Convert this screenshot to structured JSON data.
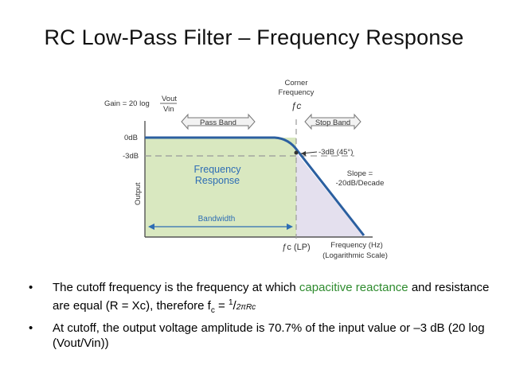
{
  "title": "RC Low-Pass Filter – Frequency Response",
  "diagram": {
    "gain_label": "Gain = 20 log",
    "gain_frac_num": "Vout",
    "gain_frac_den": "Vin",
    "corner_label_1": "Corner",
    "corner_label_2": "Frequency",
    "corner_symbol": "ƒc",
    "pass_band": "Pass Band",
    "stop_band": "Stop Band",
    "zero_db": "0dB",
    "minus3_db": "-3dB",
    "minus3_marker": "-3dB (45°)",
    "y_axis": "Output",
    "freq_response_1": "Frequency",
    "freq_response_2": "Response",
    "slope_1": "Slope =",
    "slope_2": "-20dB/Decade",
    "bandwidth": "Bandwidth",
    "fc_lp": "ƒc (LP)",
    "x_axis_1": "Frequency (Hz)",
    "x_axis_2": "(Logarithmic Scale)",
    "colors": {
      "passband_fill": "#d9e8c0",
      "stopband_fill": "#e4e0ee",
      "curve": "#2b5fa0",
      "label_blue": "#2e6db4",
      "band_arrow_fill": "#f2f2f2"
    }
  },
  "bullets": [
    {
      "text_before": "The cutoff frequency is the frequency at which ",
      "highlight": "capacitive reactance",
      "text_after": " and resistance are equal (R = Xc), therefore f",
      "sub": "c",
      "eq": " = ",
      "frac_num": "1",
      "frac_den": "2πRc"
    },
    {
      "text": "At cutoff, the output voltage amplitude is 70.7% of the input value or –3 dB (20 log (Vout/Vin))"
    }
  ]
}
